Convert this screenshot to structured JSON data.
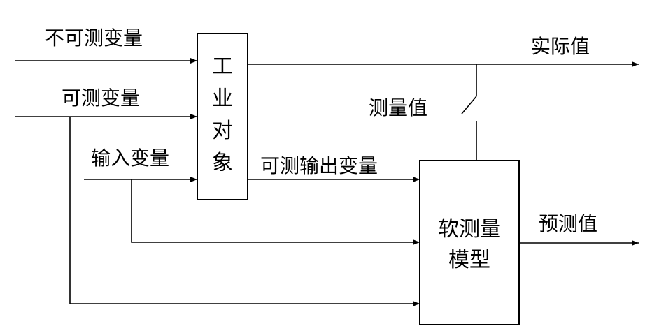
{
  "labels": {
    "unmeasurable_variables": "不可测变量",
    "measurable_variables": "可测变量",
    "input_variables": "输入变量",
    "measurable_output_variables": "可测输出变量",
    "actual_value": "实际值",
    "measured_value": "测量值",
    "predicted_value": "预测值"
  },
  "boxes": {
    "industrial_object": [
      "工",
      "业",
      "对",
      "象"
    ],
    "soft_sensor_model": [
      "软测量",
      "模型"
    ]
  }
}
